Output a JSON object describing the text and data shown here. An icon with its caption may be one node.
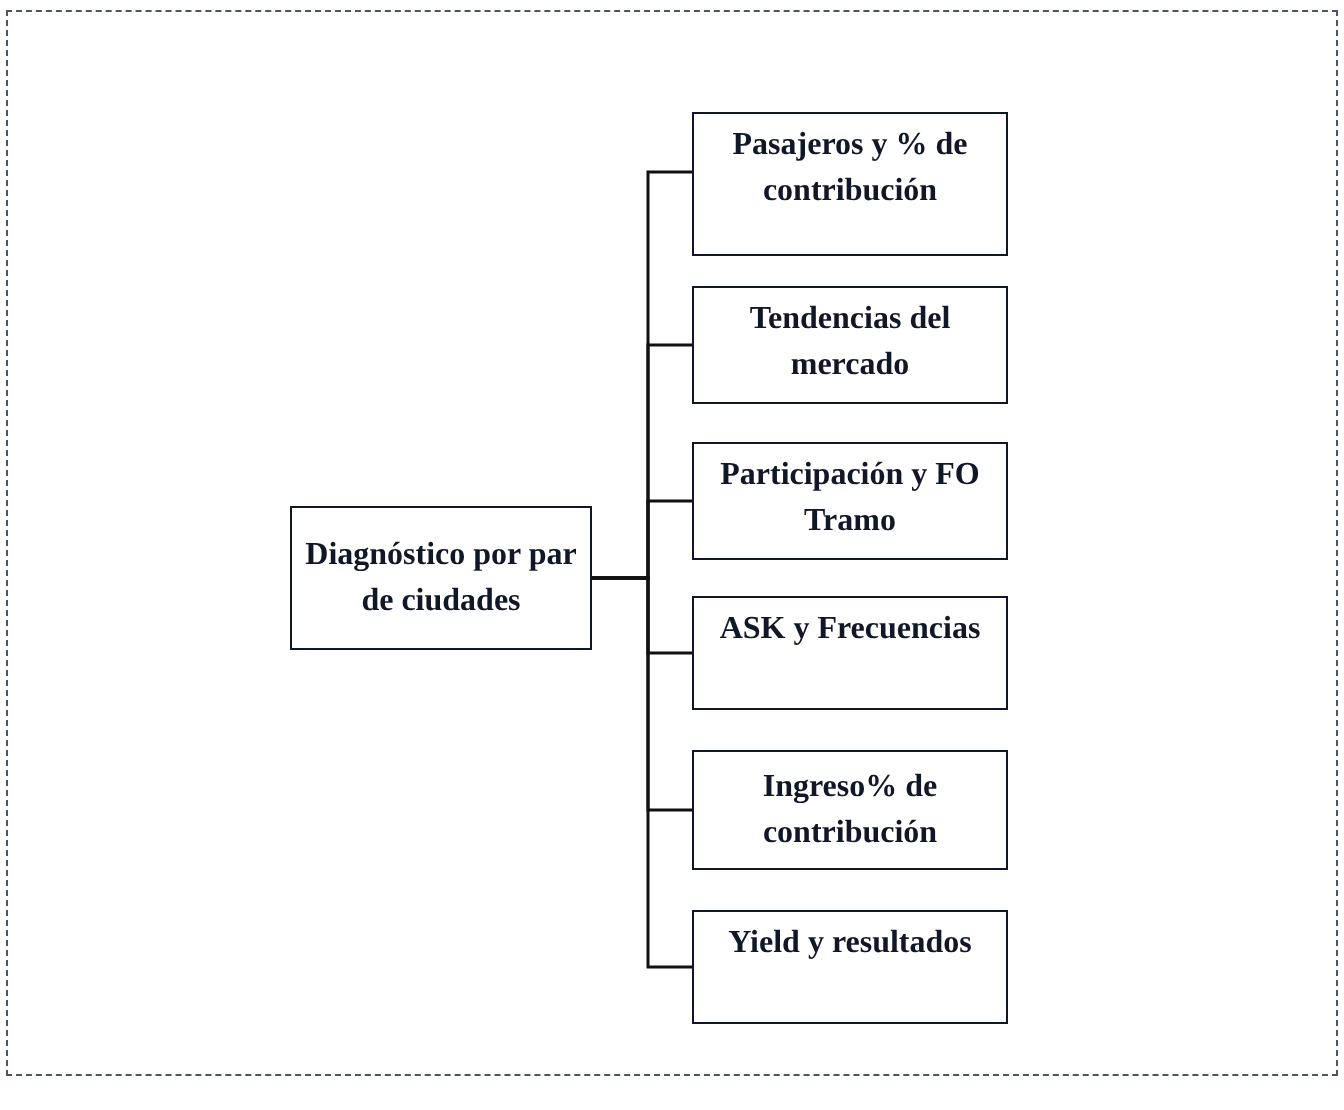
{
  "diagram": {
    "nodes": [
      {
        "text": [
          "Diagnóstico por par de ciudades"
        ]
      },
      {
        "text": [
          "Pasajeros y % de contribución"
        ]
      },
      {
        "text": [
          "Tendencias del mercado"
        ]
      },
      {
        "text": [
          "Participación y FO Tramo"
        ]
      },
      {
        "text": [
          "ASK y Frecuencias"
        ]
      },
      {
        "text": [
          "Ingreso% de contribución"
        ]
      },
      {
        "text": [
          "Yield y resultados"
        ]
      }
    ],
    "edges": [
      {
        "from": 0,
        "to": 1,
        "arrow": "none"
      },
      {
        "from": 0,
        "to": 2,
        "arrow": "none"
      },
      {
        "from": 0,
        "to": 3,
        "arrow": "none"
      },
      {
        "from": 0,
        "to": 4,
        "arrow": "none"
      },
      {
        "from": 0,
        "to": 5,
        "arrow": "none"
      },
      {
        "from": 0,
        "to": 6,
        "arrow": "none"
      }
    ]
  }
}
